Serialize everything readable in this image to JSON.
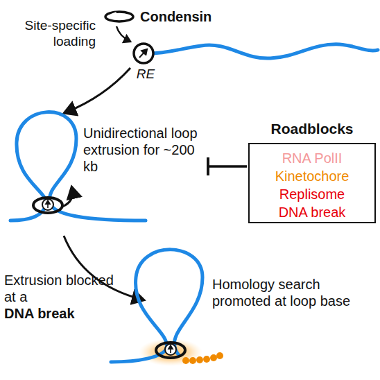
{
  "diagram": {
    "nodes": [
      {
        "text": [
          "Roadblocks",
          "RNA PolII",
          "Kinetochore",
          "Replisome",
          "DNA break"
        ]
      }
    ],
    "labels": [
      "Condensin",
      "Site-specific loading",
      "RE",
      "Unidirectional loop extrusion for ~200 kb",
      "Extrusion blocked at a",
      "DNA break",
      "Homology search promoted at loop base"
    ]
  }
}
